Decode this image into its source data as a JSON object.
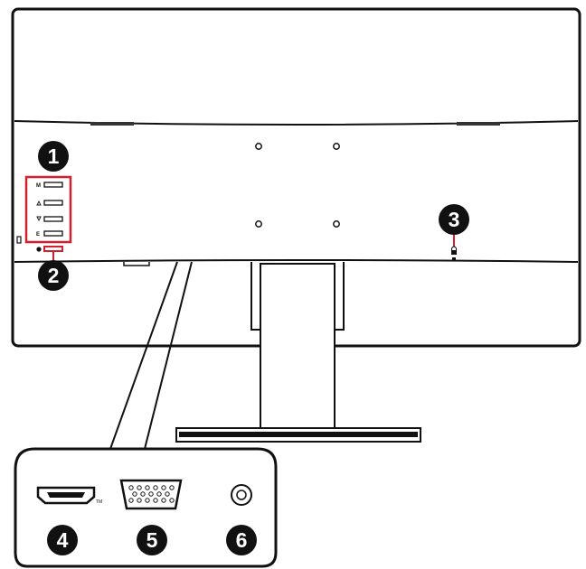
{
  "callouts": [
    {
      "id": "1",
      "label": "1"
    },
    {
      "id": "2",
      "label": "2"
    },
    {
      "id": "3",
      "label": "3"
    },
    {
      "id": "4",
      "label": "4"
    },
    {
      "id": "5",
      "label": "5"
    },
    {
      "id": "6",
      "label": "6"
    }
  ],
  "ports": {
    "hdmi_trademark": "TM"
  },
  "colors": {
    "outline": "#111111",
    "highlight": "#d3202f",
    "callout_fill": "#111111",
    "callout_text": "#ffffff"
  }
}
